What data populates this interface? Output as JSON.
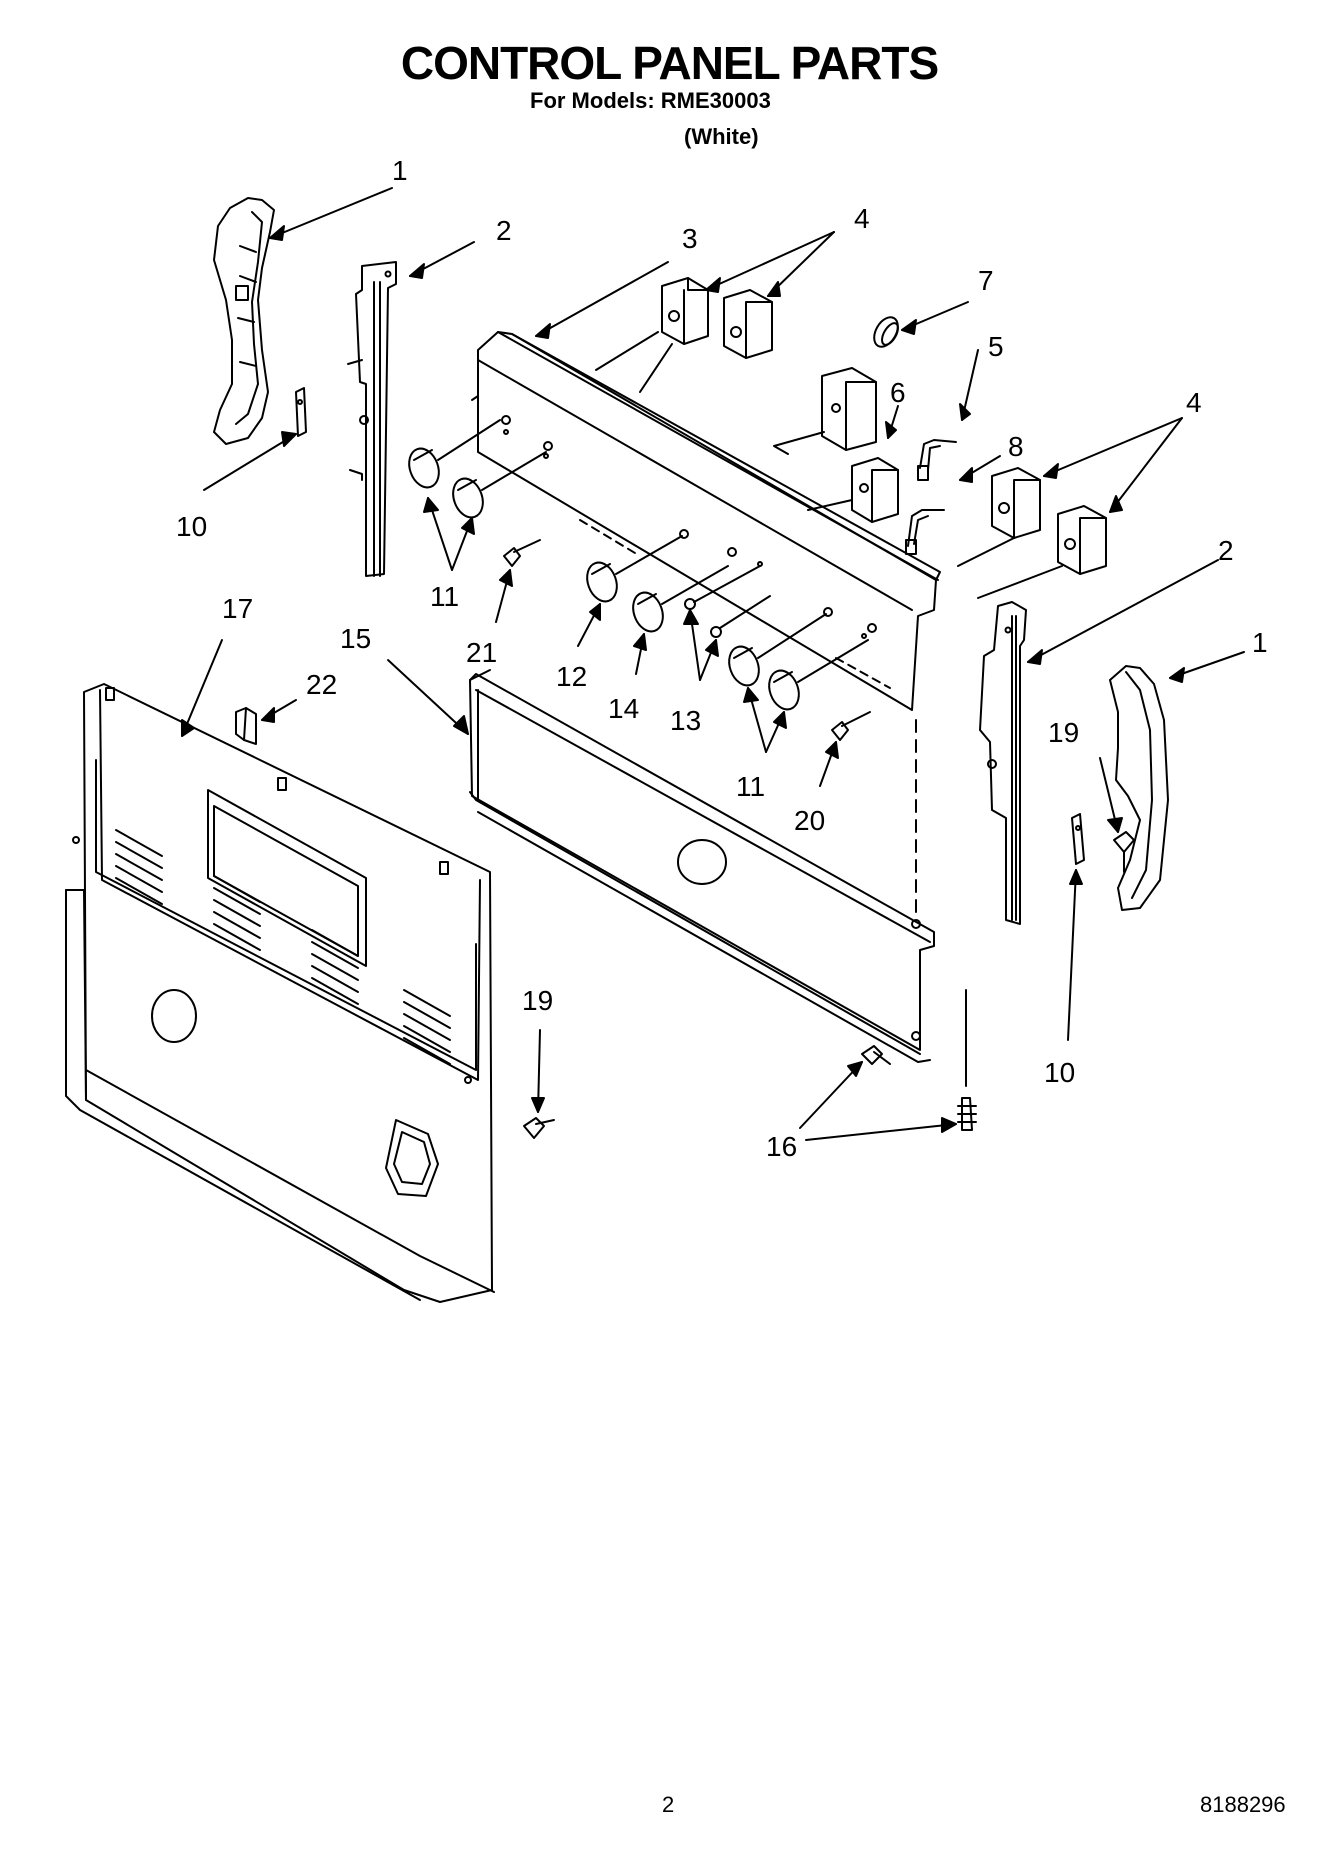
{
  "header": {
    "title": "CONTROL PANEL PARTS",
    "models_line": "For Models: RME30003",
    "variant": "(White)"
  },
  "callouts": [
    "1",
    "2",
    "3",
    "4",
    "7",
    "5",
    "6",
    "8",
    "4",
    "2",
    "1",
    "10",
    "11",
    "21",
    "12",
    "14",
    "13",
    "11",
    "20",
    "19",
    "17",
    "15",
    "22",
    "19",
    "10",
    "16"
  ],
  "footer": {
    "page_number": "2",
    "doc_number": "8188296"
  }
}
